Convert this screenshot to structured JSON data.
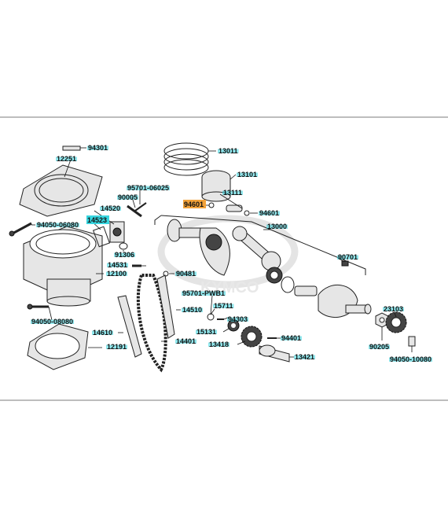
{
  "brand": {
    "watermark": "KYMCO"
  },
  "colors": {
    "label_highlight_cyan": "#37d6e0",
    "label_highlight_orange": "#f2a23a",
    "leader": "#111111"
  },
  "parts": [
    {
      "id": "p94301",
      "number": "94301",
      "highlight": "cyan"
    },
    {
      "id": "p12251",
      "number": "12251",
      "highlight": "cyan"
    },
    {
      "id": "p13011",
      "number": "13011",
      "highlight": "cyan"
    },
    {
      "id": "p13101",
      "number": "13101",
      "highlight": "cyan"
    },
    {
      "id": "p95701-06025",
      "number": "95701-06025",
      "highlight": "cyan"
    },
    {
      "id": "p90005",
      "number": "90005",
      "highlight": "cyan"
    },
    {
      "id": "p13111",
      "number": "13111",
      "highlight": "cyan"
    },
    {
      "id": "p94601a",
      "number": "94601",
      "highlight": "orange"
    },
    {
      "id": "p94601b",
      "number": "94601",
      "highlight": "cyan"
    },
    {
      "id": "p14520",
      "number": "14520",
      "highlight": "cyan"
    },
    {
      "id": "p14523",
      "number": "14523",
      "highlight": "cyan"
    },
    {
      "id": "p94050-06080",
      "number": "94050-06080",
      "highlight": "cyan"
    },
    {
      "id": "p13000",
      "number": "13000",
      "highlight": "cyan"
    },
    {
      "id": "p91306",
      "number": "91306",
      "highlight": "cyan"
    },
    {
      "id": "p90701",
      "number": "90701",
      "highlight": "cyan"
    },
    {
      "id": "p14531",
      "number": "14531",
      "highlight": "cyan"
    },
    {
      "id": "p12100",
      "number": "12100",
      "highlight": "cyan"
    },
    {
      "id": "p90481",
      "number": "90481",
      "highlight": "cyan"
    },
    {
      "id": "p95701-PWB1",
      "number": "95701-PWB1",
      "highlight": "cyan"
    },
    {
      "id": "p15711",
      "number": "15711",
      "highlight": "cyan"
    },
    {
      "id": "p14510",
      "number": "14510",
      "highlight": "cyan"
    },
    {
      "id": "p23103",
      "number": "23103",
      "highlight": "cyan"
    },
    {
      "id": "p94050-08080",
      "number": "94050-08080",
      "highlight": "cyan"
    },
    {
      "id": "p94303",
      "number": "94303",
      "highlight": "cyan"
    },
    {
      "id": "p15131",
      "number": "15131",
      "highlight": "cyan"
    },
    {
      "id": "p14610",
      "number": "14610",
      "highlight": "cyan"
    },
    {
      "id": "p94401",
      "number": "94401",
      "highlight": "cyan"
    },
    {
      "id": "p14401",
      "number": "14401",
      "highlight": "cyan"
    },
    {
      "id": "p13418",
      "number": "13418",
      "highlight": "cyan"
    },
    {
      "id": "p90205",
      "number": "90205",
      "highlight": "cyan"
    },
    {
      "id": "p12191",
      "number": "12191",
      "highlight": "cyan"
    },
    {
      "id": "p13421",
      "number": "13421",
      "highlight": "cyan"
    },
    {
      "id": "p94050-10080",
      "number": "94050-10080",
      "highlight": "cyan"
    }
  ]
}
